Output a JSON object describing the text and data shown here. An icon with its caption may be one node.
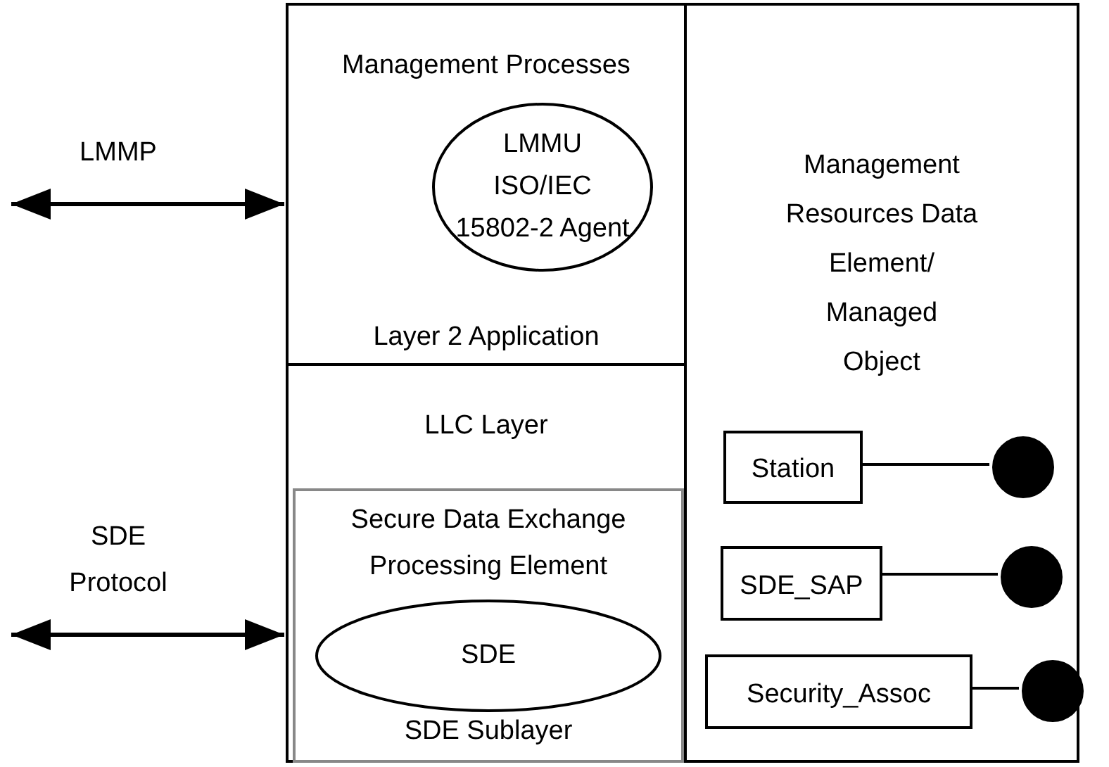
{
  "diagram": {
    "nodes": [
      {
        "text": [
          "Management Processes",
          "Layer 2 Application"
        ]
      },
      {
        "text": [
          "LMMU ISO/IEC 15802-2 Agent"
        ],
        "in": 0
      },
      {
        "text": [
          "LLC Layer"
        ]
      },
      {
        "text": [
          "Secure Data Exchange Processing Element",
          "SDE Sublayer"
        ],
        "in": 2
      },
      {
        "text": [
          "SDE"
        ],
        "in": 3
      },
      {
        "text": [
          "Management Resources Data Element/ Managed Object"
        ]
      },
      {
        "text": [
          "Station"
        ],
        "in": 5
      },
      {
        "text": [],
        "shape": "circle",
        "in": 5
      },
      {
        "text": [
          "SDE_SAP"
        ],
        "in": 5
      },
      {
        "text": [],
        "shape": "circle",
        "in": 5
      },
      {
        "text": [
          "Security_Assoc"
        ],
        "in": 5
      },
      {
        "text": [],
        "shape": "circle",
        "in": 5
      }
    ],
    "edges": [
      {
        "from": null,
        "to": 0,
        "arrow": "both",
        "label": "LMMP"
      },
      {
        "from": null,
        "to": 2,
        "arrow": "both",
        "label": "SDE Protocol"
      },
      {
        "from": 6,
        "to": 7,
        "arrow": "none"
      },
      {
        "from": 8,
        "to": 9,
        "arrow": "none"
      },
      {
        "from": 10,
        "to": 11,
        "arrow": "none"
      }
    ]
  }
}
